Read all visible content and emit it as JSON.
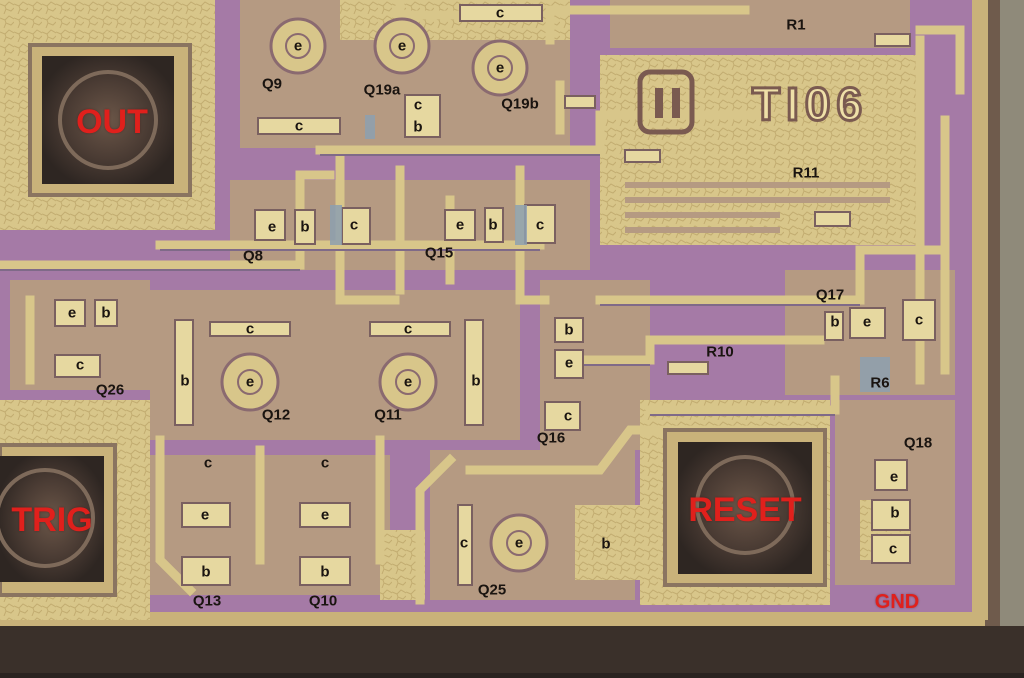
{
  "pads": {
    "out": "OUT",
    "trig": "TRIG",
    "reset": "RESET",
    "gnd": "GND"
  },
  "logo": {
    "marking": "TI06"
  },
  "transistors": {
    "q9": "Q9",
    "q19a": "Q19a",
    "q19b": "Q19b",
    "q8": "Q8",
    "q15": "Q15",
    "q17": "Q17",
    "q26": "Q26",
    "q12": "Q12",
    "q11": "Q11",
    "q16": "Q16",
    "q18": "Q18",
    "q13": "Q13",
    "q10": "Q10",
    "q25": "Q25"
  },
  "resistors": {
    "r1": "R1",
    "r11": "R11",
    "r10": "R10",
    "r6": "R6"
  },
  "terminals": {
    "e": "e",
    "b": "b",
    "c": "c"
  },
  "colors": {
    "metal": "#d8c68a",
    "oxide_purple": "#a57aa6",
    "oxide_tan": "#b59a82",
    "label_red": "#e0201c"
  }
}
